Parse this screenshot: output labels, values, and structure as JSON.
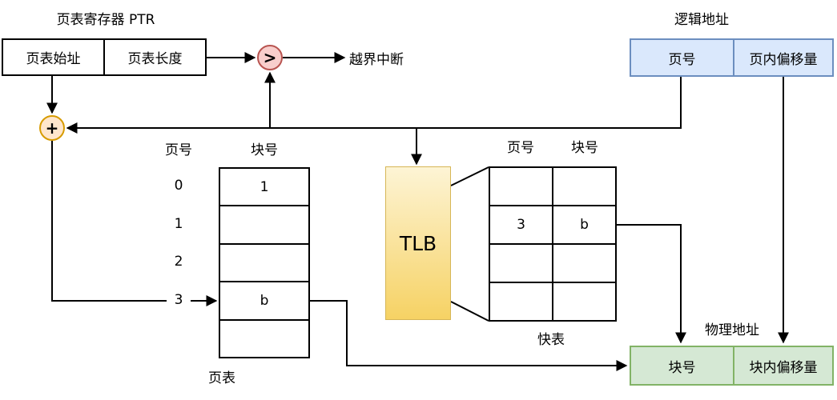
{
  "colors": {
    "line": "#000000",
    "logical_box_fill": "#dae8fc",
    "logical_box_stroke": "#6c8ebf",
    "physical_box_fill": "#d5e8d4",
    "physical_box_stroke": "#82b366",
    "comparator_fill": "#f8cecc",
    "comparator_stroke": "#b85450",
    "adder_fill": "#ffe6cc",
    "adder_stroke": "#d79b00",
    "tlb_fill_top": "#fdf4d5",
    "tlb_fill_bottom": "#f6d264",
    "tlb_stroke": "#d6b656"
  },
  "ptr": {
    "title": "页表寄存器 PTR",
    "cells": [
      "页表始址",
      "页表长度"
    ]
  },
  "comparator": {
    "symbol": ">",
    "interrupt_label": "越界中断"
  },
  "adder": {
    "symbol": "+"
  },
  "logical_address": {
    "title": "逻辑地址",
    "cells": [
      "页号",
      "页内偏移量"
    ]
  },
  "page_table": {
    "col_headers": [
      "页号",
      "块号"
    ],
    "row_labels": [
      "0",
      "1",
      "2",
      "3"
    ],
    "values": [
      "1",
      "",
      "",
      "b",
      ""
    ],
    "caption": "页表"
  },
  "tlb": {
    "label": "TLB"
  },
  "fast_table": {
    "col_headers": [
      "页号",
      "块号"
    ],
    "rows": [
      [
        "",
        ""
      ],
      [
        "3",
        "b"
      ],
      [
        "",
        ""
      ],
      [
        "",
        ""
      ]
    ],
    "caption": "快表"
  },
  "physical_address": {
    "title": "物理地址",
    "cells": [
      "块号",
      "块内偏移量"
    ]
  }
}
